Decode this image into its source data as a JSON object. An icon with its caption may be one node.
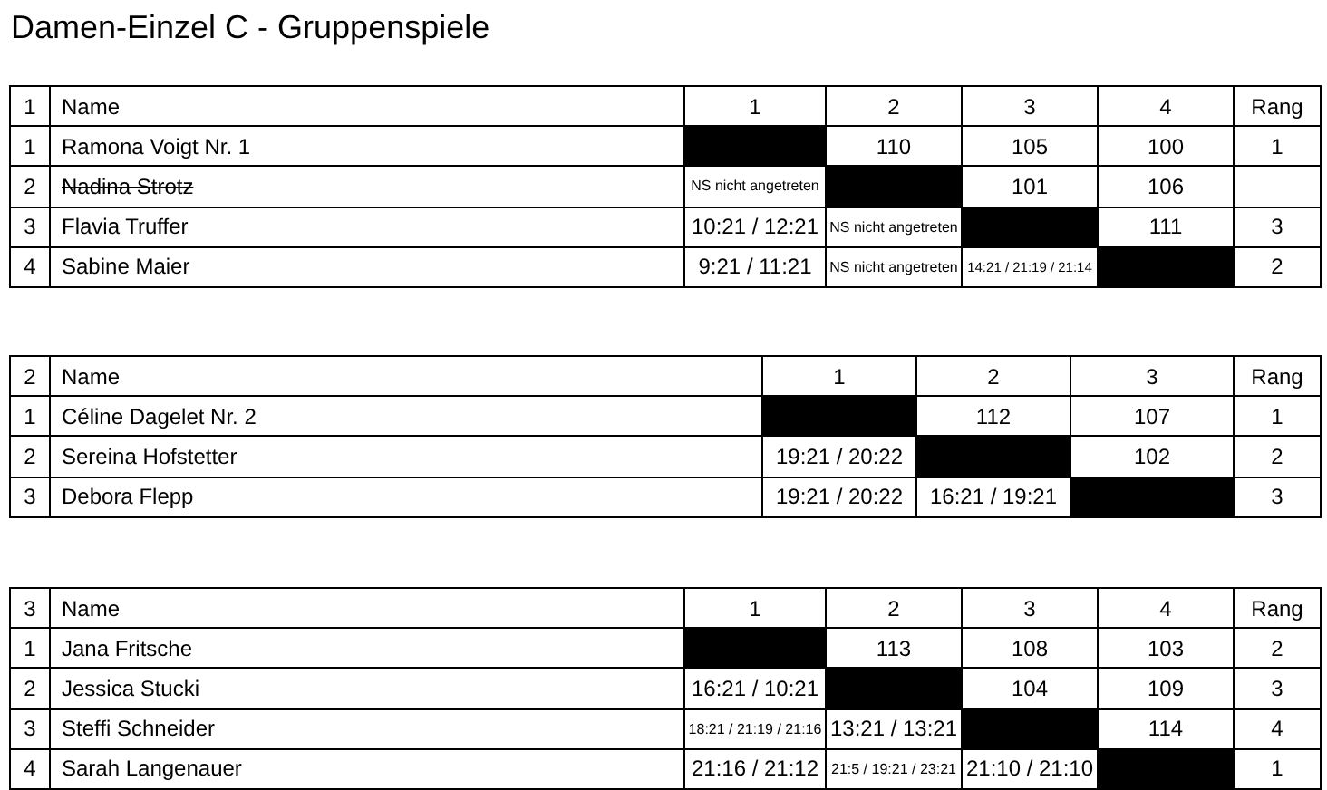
{
  "diagram": {
    "title": "Damen-Einzel C - Gruppenspiele",
    "labels": [
      "1",
      "Name",
      "1",
      "2",
      "3",
      "4",
      "Rang",
      "1",
      "Ramona Voigt Nr. 1",
      "110",
      "105",
      "100",
      "1",
      "2",
      "Nadina Strotz",
      "NS nicht angetreten",
      "101",
      "106",
      "3",
      "Flavia Truffer",
      "10:21 / 12:21",
      "NS nicht angetreten",
      "111",
      "3",
      "4",
      "Sabine Maier",
      "9:21 / 11:21",
      "NS nicht angetreten",
      "14:21 / 21:19 / 21:14",
      "2",
      "2",
      "Name",
      "1",
      "2",
      "3",
      "Rang",
      "1",
      "Céline Dagelet Nr. 2",
      "112",
      "107",
      "1",
      "2",
      "Sereina Hofstetter",
      "19:21 / 20:22",
      "102",
      "2",
      "3",
      "Debora Flepp",
      "19:21 / 20:22",
      "16:21 / 19:21",
      "3",
      "3",
      "Name",
      "1",
      "2",
      "3",
      "4",
      "Rang",
      "1",
      "Jana Fritsche",
      "113",
      "108",
      "103",
      "2",
      "2",
      "Jessica Stucki",
      "16:21 / 10:21",
      "104",
      "109",
      "3",
      "3",
      "Steffi Schneider",
      "18:21 / 21:19 / 21:16",
      "13:21 / 13:21",
      "114",
      "4",
      "4",
      "Sarah Langenauer",
      "21:16 / 21:12",
      "21:5 / 19:21 / 23:21",
      "21:10 / 21:10",
      "1"
    ]
  }
}
